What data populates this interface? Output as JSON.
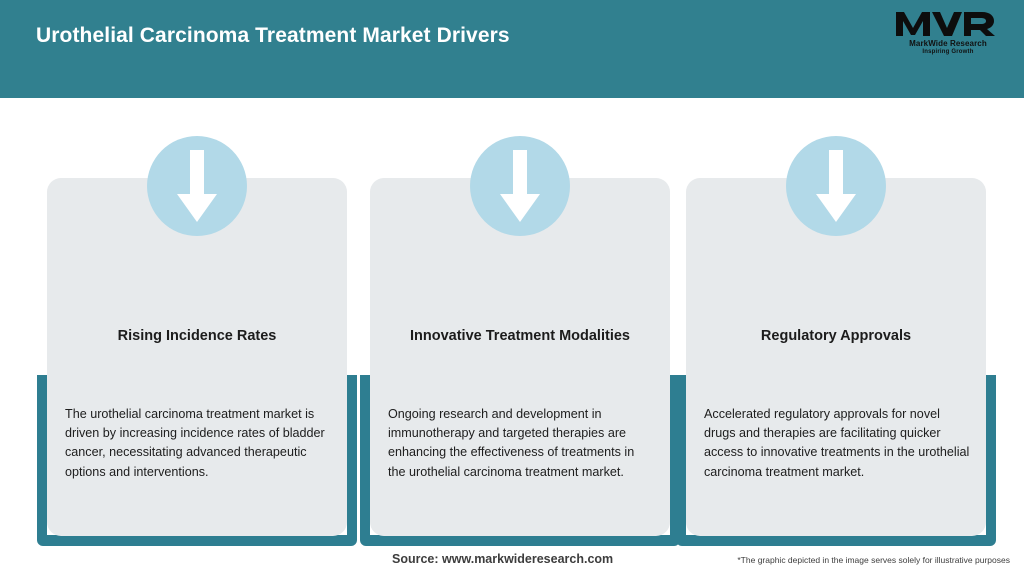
{
  "header": {
    "title": "Urothelial Carcinoma Treatment Market Drivers",
    "background_color": "#31808F",
    "logo": {
      "mark": "MWR",
      "name": "MarkWide Research",
      "tagline": "Inspiring Growth"
    }
  },
  "cards": [
    {
      "icon": "down-arrow-icon",
      "title": "Rising Incidence Rates",
      "body": "The urothelial carcinoma treatment market is driven by increasing incidence rates of bladder cancer, necessitating advanced therapeutic options and interventions."
    },
    {
      "icon": "down-arrow-icon",
      "title": "Innovative Treatment Modalities",
      "body": "Ongoing research and development in immunotherapy and targeted therapies are enhancing the effectiveness of treatments in the urothelial carcinoma treatment market."
    },
    {
      "icon": "down-arrow-icon",
      "title": "Regulatory Approvals",
      "body": "Accelerated regulatory approvals for novel drugs and therapies are facilitating quicker access to innovative treatments in the urothelial carcinoma treatment market."
    }
  ],
  "footer": {
    "source": "Source: www.markwideresearch.com",
    "disclaimer": "*The graphic depicted in the image serves solely for illustrative purposes"
  },
  "colors": {
    "header_teal": "#31808F",
    "bracket_teal": "#2E7E91",
    "card_gray": "#E7EAEC",
    "icon_circle_blue": "#B2D9E8",
    "arrow_white": "#FFFFFF",
    "text_dark": "#1D1D1D"
  }
}
